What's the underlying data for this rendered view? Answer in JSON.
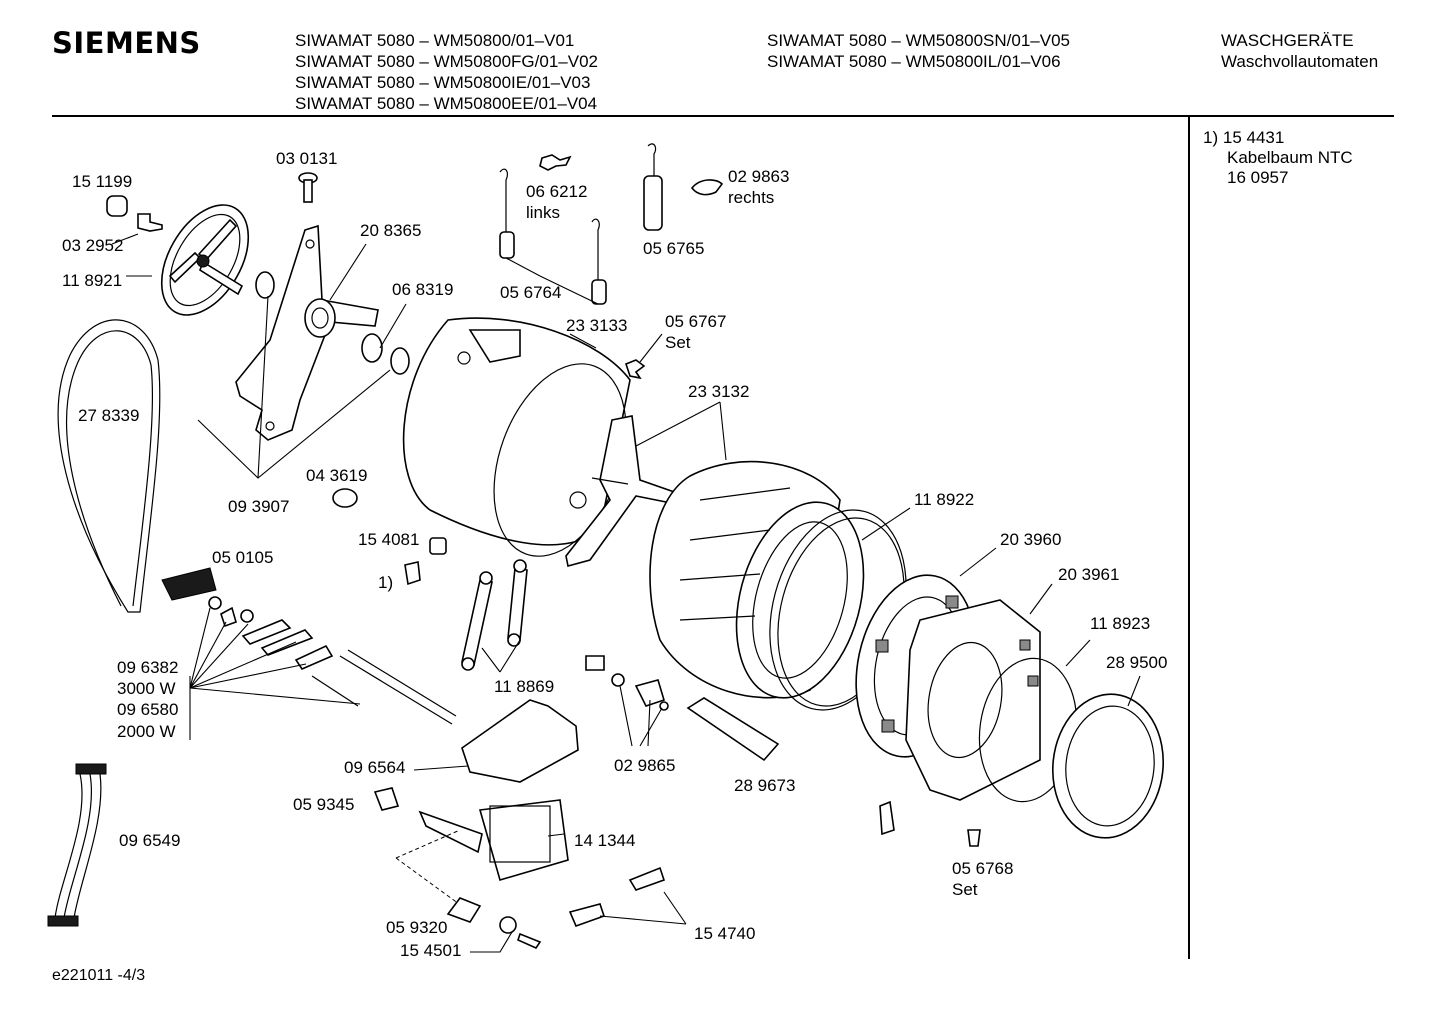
{
  "header": {
    "brand": "SIEMENS",
    "models_col1": [
      "SIWAMAT 5080 – WM50800/01–V01",
      "SIWAMAT 5080 – WM50800FG/01–V02",
      "SIWAMAT 5080 – WM50800IE/01–V03",
      "SIWAMAT 5080 – WM50800EE/01–V04"
    ],
    "models_col2": [
      "SIWAMAT 5080 – WM50800SN/01–V05",
      "SIWAMAT 5080 – WM50800IL/01–V06"
    ],
    "category": [
      "WASCHGERÄTE",
      "Waschvollautomaten"
    ]
  },
  "side_note": {
    "marker": "1)",
    "lines": [
      "15 4431",
      "Kabelbaum NTC",
      "16 0957"
    ]
  },
  "part_labels": {
    "p030131": "03 0131",
    "p151199": "15 1199",
    "p032952": "03 2952",
    "p118921": "11 8921",
    "p208365": "20 8365",
    "p066212": "06 6212",
    "links": "links",
    "p056764": "05 6764",
    "p056765": "05 6765",
    "p029863": "02 9863",
    "rechts": "rechts",
    "p068319": "06 8319",
    "p233133": "23 3133",
    "p056767": "05 6767",
    "set1": "Set",
    "p278339": "27 8339",
    "p233132": "23 3132",
    "p043619": "04 3619",
    "p093907": "09 3907",
    "p118922": "11 8922",
    "p154081": "15 4081",
    "ref1": "1)",
    "p050105": "05 0105",
    "p203960": "20 3960",
    "p203961": "20 3961",
    "p118923": "11 8923",
    "p289500": "28 9500",
    "p096382": "09 6382",
    "w3000": "3000 W",
    "p096580": "09 6580",
    "w2000": "2000 W",
    "p118869": "11 8869",
    "p096564": "09 6564",
    "p029865": "02 9865",
    "p289673": "28 9673",
    "p059345": "05 9345",
    "p141344": "14 1344",
    "p096549": "09 6549",
    "p056768": "05 6768",
    "set2": "Set",
    "p059320": "05 9320",
    "p154501": "15 4501",
    "p154740": "15 4740"
  },
  "footer": {
    "code": "e221011 -4/3"
  }
}
